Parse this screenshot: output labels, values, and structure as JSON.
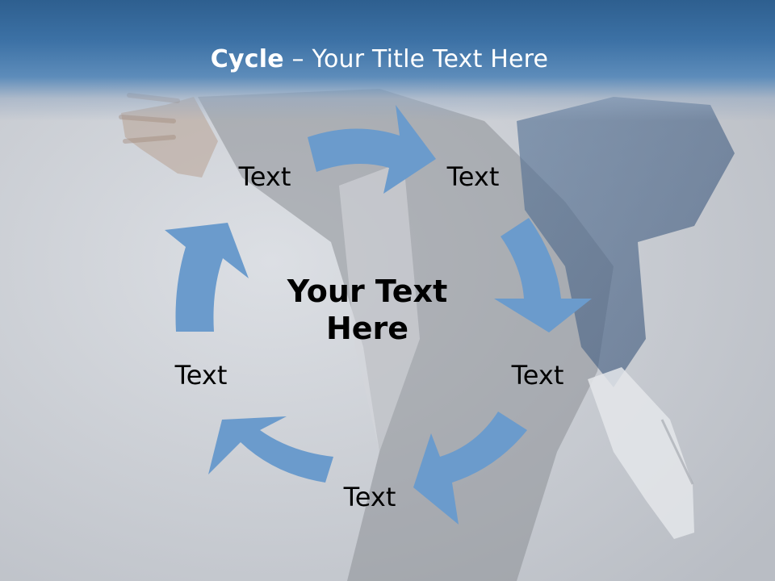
{
  "title": {
    "bold": "Cycle",
    "rest": " – Your Title Text Here"
  },
  "center_text": {
    "line1": "Your Text",
    "line2": "Here"
  },
  "nodes": [
    "Text",
    "Text",
    "Text",
    "Text",
    "Text"
  ],
  "colors": {
    "arrow": "#6b9bcc",
    "title_bar": "#3c71a5",
    "background": "#c9ccd2"
  },
  "background_photo": "dancer in denim jacket and jeans with white sneaker, faded"
}
